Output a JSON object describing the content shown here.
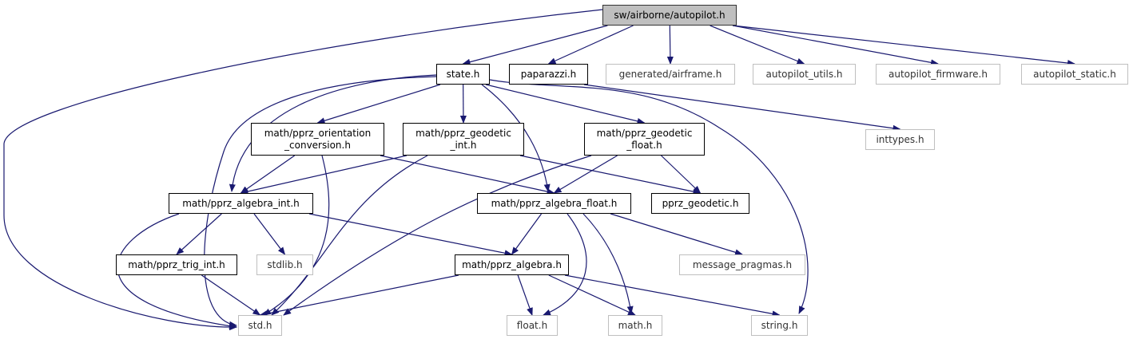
{
  "colors": {
    "edge": "#191970",
    "root_fill": "#bfbfbf",
    "external_border": "#bfbfbf"
  },
  "nodes": [
    {
      "id": "autopilot",
      "label": "sw/airborne/autopilot.h",
      "kind": "root"
    },
    {
      "id": "state",
      "label": "state.h",
      "kind": "doc"
    },
    {
      "id": "paparazzi",
      "label": "paparazzi.h",
      "kind": "doc"
    },
    {
      "id": "airframe",
      "label": "generated/airframe.h",
      "kind": "ext"
    },
    {
      "id": "utils",
      "label": "autopilot_utils.h",
      "kind": "ext"
    },
    {
      "id": "firmware",
      "label": "autopilot_firmware.h",
      "kind": "ext"
    },
    {
      "id": "static",
      "label": "autopilot_static.h",
      "kind": "ext"
    },
    {
      "id": "inttypes",
      "label": "inttypes.h",
      "kind": "ext"
    },
    {
      "id": "orient",
      "label": "math/pprz_orientation\n_conversion.h",
      "kind": "doc"
    },
    {
      "id": "geoint",
      "label": "math/pprz_geodetic\n_int.h",
      "kind": "doc"
    },
    {
      "id": "geofloat",
      "label": "math/pprz_geodetic\n_float.h",
      "kind": "doc"
    },
    {
      "id": "algint",
      "label": "math/pprz_algebra_int.h",
      "kind": "doc"
    },
    {
      "id": "algfloat",
      "label": "math/pprz_algebra_float.h",
      "kind": "doc"
    },
    {
      "id": "geodetic",
      "label": "pprz_geodetic.h",
      "kind": "doc"
    },
    {
      "id": "trig",
      "label": "math/pprz_trig_int.h",
      "kind": "doc"
    },
    {
      "id": "stdlib",
      "label": "stdlib.h",
      "kind": "ext"
    },
    {
      "id": "alg",
      "label": "math/pprz_algebra.h",
      "kind": "doc"
    },
    {
      "id": "pragmas",
      "label": "message_pragmas.h",
      "kind": "ext"
    },
    {
      "id": "std",
      "label": "std.h",
      "kind": "ext"
    },
    {
      "id": "float",
      "label": "float.h",
      "kind": "ext"
    },
    {
      "id": "math",
      "label": "math.h",
      "kind": "ext"
    },
    {
      "id": "string",
      "label": "string.h",
      "kind": "ext"
    }
  ],
  "edges": [
    [
      "autopilot",
      "std"
    ],
    [
      "autopilot",
      "state"
    ],
    [
      "autopilot",
      "paparazzi"
    ],
    [
      "autopilot",
      "airframe"
    ],
    [
      "autopilot",
      "utils"
    ],
    [
      "autopilot",
      "firmware"
    ],
    [
      "autopilot",
      "static"
    ],
    [
      "paparazzi",
      "inttypes"
    ],
    [
      "state",
      "std"
    ],
    [
      "state",
      "algint"
    ],
    [
      "state",
      "orient"
    ],
    [
      "state",
      "geoint"
    ],
    [
      "state",
      "algfloat"
    ],
    [
      "state",
      "geofloat"
    ],
    [
      "state",
      "string"
    ],
    [
      "orient",
      "algint"
    ],
    [
      "orient",
      "std"
    ],
    [
      "orient",
      "algfloat"
    ],
    [
      "geoint",
      "algint"
    ],
    [
      "geoint",
      "std"
    ],
    [
      "geoint",
      "geodetic"
    ],
    [
      "geofloat",
      "std"
    ],
    [
      "geofloat",
      "algfloat"
    ],
    [
      "geofloat",
      "geodetic"
    ],
    [
      "algint",
      "std"
    ],
    [
      "algint",
      "trig"
    ],
    [
      "algint",
      "stdlib"
    ],
    [
      "algint",
      "alg"
    ],
    [
      "algfloat",
      "alg"
    ],
    [
      "algfloat",
      "pragmas"
    ],
    [
      "algfloat",
      "float"
    ],
    [
      "algfloat",
      "math"
    ],
    [
      "trig",
      "std"
    ],
    [
      "alg",
      "std"
    ],
    [
      "alg",
      "float"
    ],
    [
      "alg",
      "math"
    ],
    [
      "alg",
      "string"
    ]
  ]
}
